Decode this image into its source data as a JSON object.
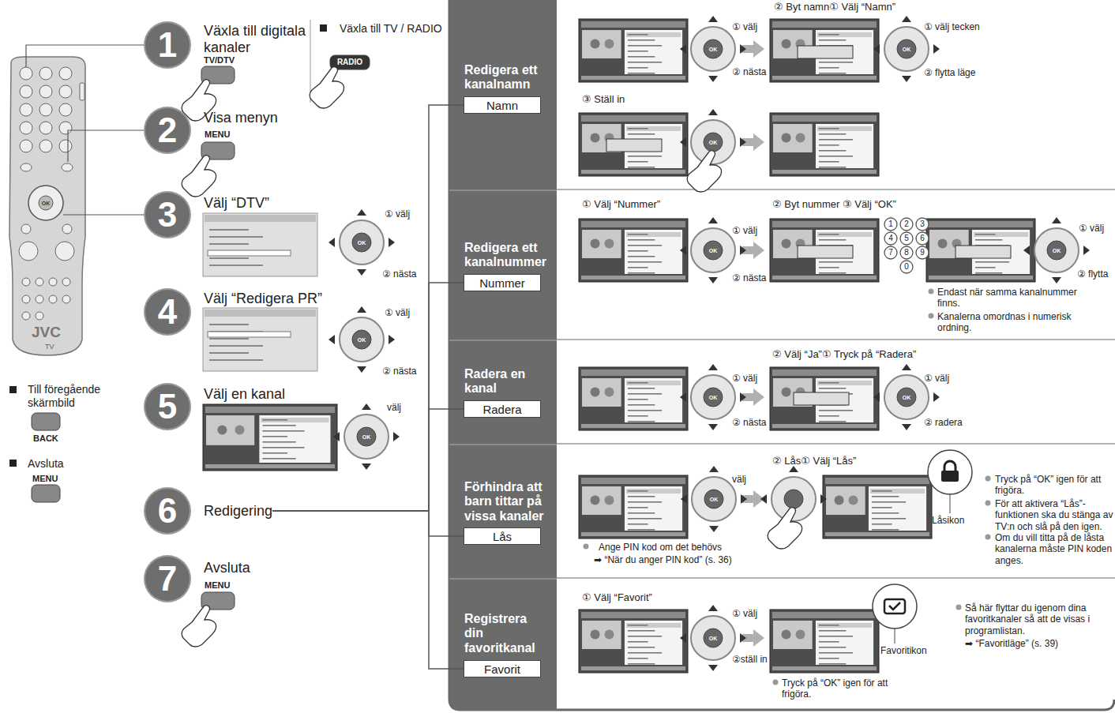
{
  "diagram": {
    "nodes": [
      {
        "text": [
          "1",
          "Växla till digitala kanaler"
        ]
      },
      {
        "text": [
          "2",
          "Visa menyn"
        ]
      },
      {
        "text": [
          "3",
          "Välj “DTV”"
        ]
      },
      {
        "text": [
          "4",
          "Välj “Redigera PR”"
        ]
      },
      {
        "text": [
          "5",
          "Välj en kanal"
        ]
      },
      {
        "text": [
          "6",
          "Redigering"
        ]
      },
      {
        "text": [
          "7",
          "Avsluta"
        ]
      },
      {
        "text": [
          "Redigera ett kanalnamn"
        ]
      },
      {
        "text": [
          "Namn"
        ],
        "in": 7
      },
      {
        "text": [
          "Redigera ett kanalnummer"
        ]
      },
      {
        "text": [
          "Nummer"
        ],
        "in": 9
      },
      {
        "text": [
          "Radera en kanal"
        ]
      },
      {
        "text": [
          "Radera"
        ],
        "in": 11
      },
      {
        "text": [
          "Förhindra att barn tittar på vissa kanaler"
        ]
      },
      {
        "text": [
          "Lås"
        ],
        "in": 13
      },
      {
        "text": [
          "Registrera din favoritkanal"
        ]
      },
      {
        "text": [
          "Favorit"
        ],
        "in": 15
      }
    ],
    "edges": [
      {
        "from": 5,
        "to": 8,
        "arrow": "none"
      },
      {
        "from": 5,
        "to": 10,
        "arrow": "none"
      },
      {
        "from": 5,
        "to": 12,
        "arrow": "none"
      },
      {
        "from": 5,
        "to": 14,
        "arrow": "none"
      },
      {
        "from": 5,
        "to": 16,
        "arrow": "none"
      }
    ],
    "labels": [
      "TV/DTV",
      "Växla till TV / RADIO",
      "RADIO",
      "MENU",
      "① välj",
      "② nästa",
      "OK",
      "① välj",
      "② nästa",
      "OK",
      "välj",
      "OK",
      "Till föregående skärmbild",
      "BACK",
      "Avsluta",
      "MENU",
      "MENU",
      "JVC",
      "TV",
      "OK",
      "② Byt namn① Välj “Namn”",
      "① välj",
      "② nästa",
      "OK",
      "① välj tecken",
      "② flytta läge",
      "OK",
      "③ Ställ in",
      "OK",
      "① Välj “Nummer”",
      "② Byt nummer ③ Välj “OK”",
      "① välj",
      "② nästa",
      "OK",
      "1",
      "2",
      "3",
      "4",
      "5",
      "6",
      "7",
      "8",
      "9",
      "0",
      "① välj",
      "② flytta",
      "OK",
      "Endast när samma kanalnummer finns.",
      "Kanalerna omordnas i numerisk ordning.",
      "② Välj “Ja”① Tryck på “Radera”",
      "① välj",
      "② nästa",
      "OK",
      "① välj",
      "② radera",
      "OK",
      "② Lås① Välj “Lås”",
      "välj",
      "OK",
      "Låsikon",
      "Tryck på “OK” igen för att frigöra.",
      "För att aktivera “Lås”-funktionen ska du stänga av TV:n och slå på den igen.",
      "Om du vill titta på de låsta kanalerna måste PIN koden anges.",
      "Ange PIN kod om det behövs",
      "➡ “När du anger PIN kod” (s. 36)",
      "① Välj “Favorit”",
      "① välj",
      "②ställ in",
      "OK",
      "Favoritikon",
      "Tryck på “OK” igen för att frigöra.",
      "Så här flyttar du igenom dina favoritkanaler så att de visas i programlistan.",
      "➡ “Favoritläge” (s. 39)"
    ]
  }
}
